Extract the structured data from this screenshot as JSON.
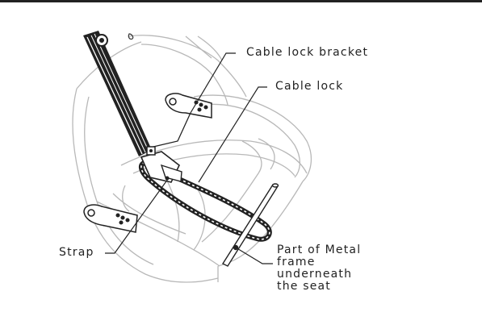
{
  "labels": {
    "cable_lock_bracket": "Cable lock bracket",
    "cable_lock": "Cable lock",
    "strap": "Strap",
    "metal_frame": "Part of Metal\nframe\nunderneath\nthe seat"
  },
  "colors": {
    "outline": "#222222",
    "light_outline": "#b8b8b8",
    "background": "#ffffff"
  }
}
